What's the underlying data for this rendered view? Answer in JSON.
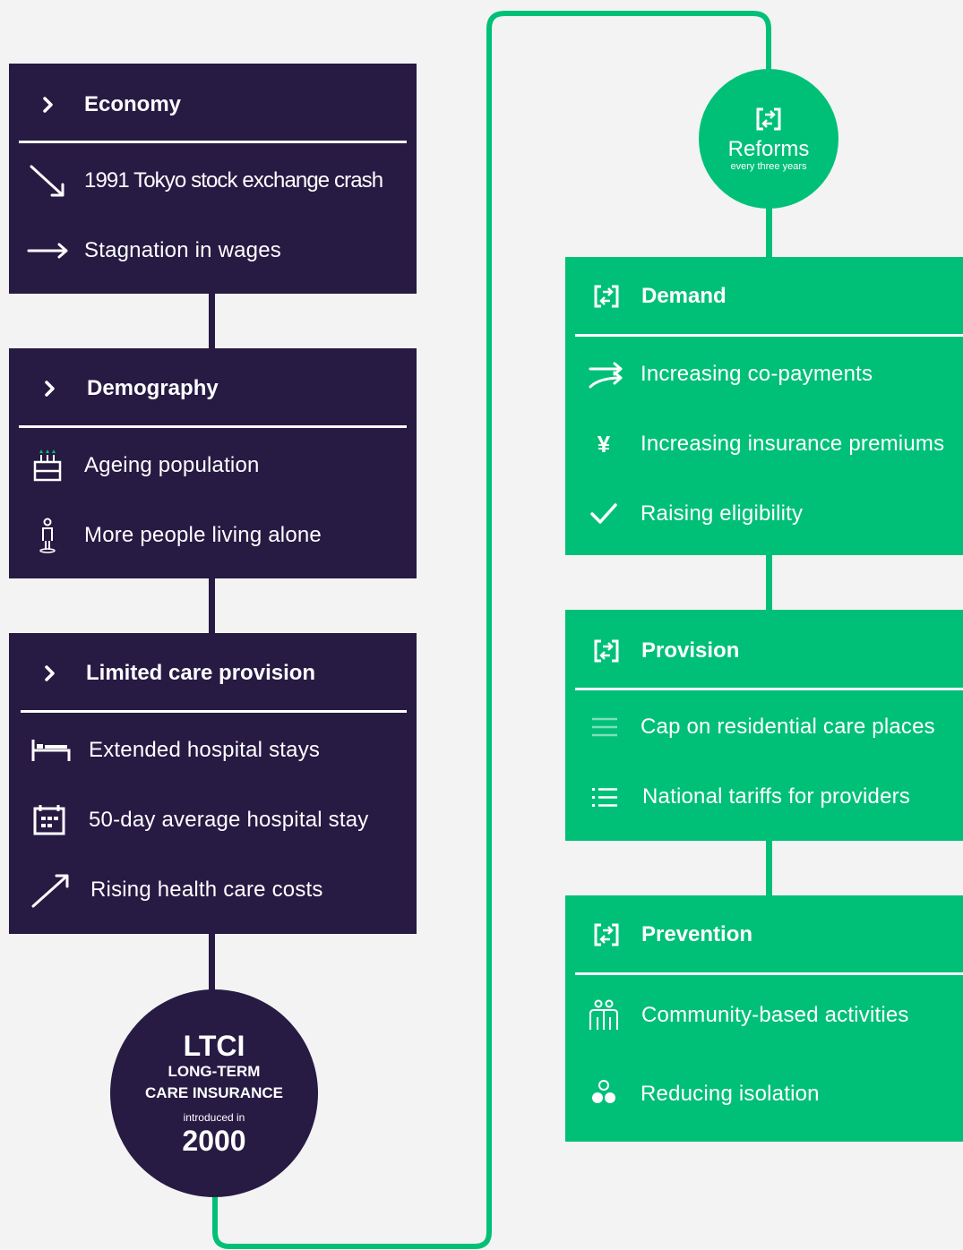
{
  "economy": {
    "title": "Economy",
    "items": [
      {
        "icon": "arrow-down-right-icon",
        "label": "1991 Tokyo stock exchange crash"
      },
      {
        "icon": "arrow-right-icon",
        "label": "Stagnation in wages"
      }
    ]
  },
  "demography": {
    "title": "Demography",
    "items": [
      {
        "icon": "birthday-cake-icon",
        "label": "Ageing population"
      },
      {
        "icon": "single-person-icon",
        "label": "More people living alone"
      }
    ]
  },
  "care_provision": {
    "title": "Limited care provision",
    "items": [
      {
        "icon": "hospital-bed-icon",
        "label": "Extended hospital stays"
      },
      {
        "icon": "calendar-icon",
        "label": "50-day average hospital stay"
      },
      {
        "icon": "arrow-up-right-icon",
        "label": "Rising health care costs"
      }
    ]
  },
  "ltci": {
    "acronym": "LTCI",
    "name_line1": "LONG-TERM",
    "name_line2": "CARE INSURANCE",
    "introduced": "introduced in",
    "year": "2000"
  },
  "reforms": {
    "title": "Reforms",
    "subtitle": "every three years",
    "icon": "cycle-icon"
  },
  "demand": {
    "title": "Demand",
    "items": [
      {
        "icon": "diverging-arrows-icon",
        "label": "Increasing co-payments"
      },
      {
        "icon": "yen-icon",
        "label": "Increasing insurance premiums",
        "glyph": "¥"
      },
      {
        "icon": "checkmark-icon",
        "label": "Raising eligibility"
      }
    ]
  },
  "provision": {
    "title": "Provision",
    "items": [
      {
        "icon": "horizontal-lines-icon",
        "label": "Cap on residential care places"
      },
      {
        "icon": "bullet-list-icon",
        "label": "National tariffs for providers"
      }
    ]
  },
  "prevention": {
    "title": "Prevention",
    "items": [
      {
        "icon": "two-people-icon",
        "label": "Community-based activities"
      },
      {
        "icon": "three-dots-icon",
        "label": "Reducing isolation"
      }
    ]
  },
  "colors": {
    "dark_panel": "#271a43",
    "green_panel": "#00c078",
    "background": "#f3f3f3",
    "connector_green": "#00c078"
  }
}
